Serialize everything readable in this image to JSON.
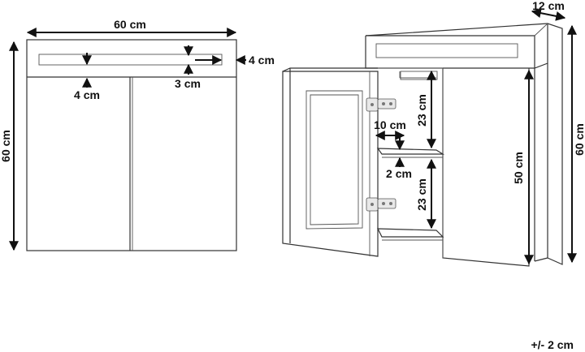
{
  "front_view": {
    "width_label": "60 cm",
    "height_label": "60 cm",
    "light_height_label": "4 cm",
    "top_gap_label": "4 cm",
    "bottom_gap_label": "3 cm"
  },
  "side_view": {
    "depth_label": "12 cm",
    "total_height_label": "60 cm",
    "cabinet_height_label": "50 cm",
    "upper_compartment_label": "23 cm",
    "lower_compartment_label": "23 cm",
    "shelf_depth_label": "10 cm",
    "shelf_thickness_label": "2 cm"
  },
  "tolerance_label": "+/- 2 cm"
}
